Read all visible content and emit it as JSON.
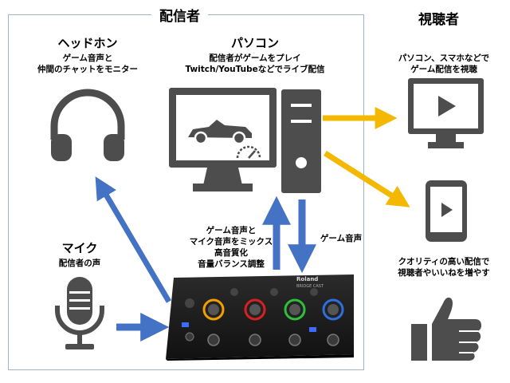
{
  "streamer": {
    "title": "配信者",
    "headphones": {
      "label": "ヘッドホン",
      "desc1": "ゲーム音声と",
      "desc2": "仲間のチャットをモニター"
    },
    "pc": {
      "label": "パソコン",
      "desc1": "配信者がゲームをプレイ",
      "desc2": "Twitch/YouTubeなどでライブ配信"
    },
    "mic": {
      "label": "マイク",
      "desc": "配信者の声"
    },
    "mixer": {
      "desc1": "ゲーム音声と",
      "desc2": "マイク音声をミックス",
      "desc3": "高音質化",
      "desc4": "音量バランス調整",
      "brand": "Roland",
      "model": "BRIDGE CAST"
    },
    "game_audio_label": "ゲーム音声"
  },
  "viewer": {
    "title": "視聴者",
    "desc1": "パソコン、スマホなどで",
    "desc2": "ゲーム配信を視聴",
    "bottom1": "クオリティの高い配信で",
    "bottom2": "視聴者やいいねを増やす"
  },
  "colors": {
    "blue_arrow": "#4472c4",
    "yellow_arrow": "#f5b800",
    "icon_gray": "#4d4d4d",
    "frame": "#9fb3c8"
  }
}
